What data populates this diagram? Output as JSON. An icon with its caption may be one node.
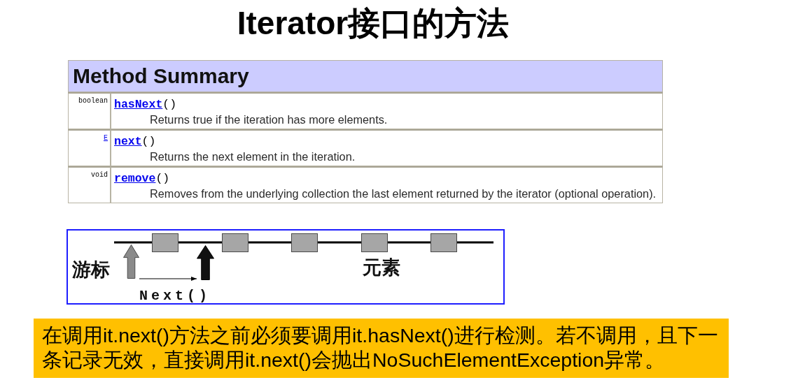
{
  "diagram": {
    "title": "Iterator接口的方法",
    "nodes": [
      {
        "text": [],
        "shape": "box"
      },
      {
        "text": [],
        "shape": "box",
        "in": 0
      },
      {
        "text": [],
        "shape": "box",
        "in": 0
      },
      {
        "text": [],
        "shape": "box",
        "in": 0
      },
      {
        "text": [],
        "shape": "box",
        "in": 0
      },
      {
        "text": [],
        "shape": "box",
        "in": 0
      },
      {
        "text": [],
        "shape": "arrow",
        "in": 0,
        "beside": [
          "游标"
        ]
      },
      {
        "text": [],
        "shape": "arrow",
        "in": 0
      },
      {
        "text": [
          "在调用it.next()方法之前必须要调用it.hasNext()进行检测。若不调用，且下一条记录无效，直接调用it.next()会抛出NoSuchElementException异常。"
        ]
      }
    ],
    "edges": [
      {
        "from": 1,
        "to": 2,
        "arrow": "none"
      },
      {
        "from": 2,
        "to": 3,
        "arrow": "none"
      },
      {
        "from": 3,
        "to": 4,
        "arrow": "none"
      },
      {
        "from": 4,
        "to": 5,
        "arrow": "none"
      },
      {
        "from": 6,
        "to": 7,
        "arrow": "to",
        "label": "Next()"
      }
    ],
    "labels": [
      "Method Summary",
      "boolean",
      "**hasNext**()",
      "Returns true if the iteration has more elements.",
      "E",
      "**next**()",
      "Returns the next element in the iteration.",
      "void",
      "**remove**()",
      "Removes from the underlying collection the last element returned by the iterator (optional operation).",
      "元素"
    ]
  }
}
